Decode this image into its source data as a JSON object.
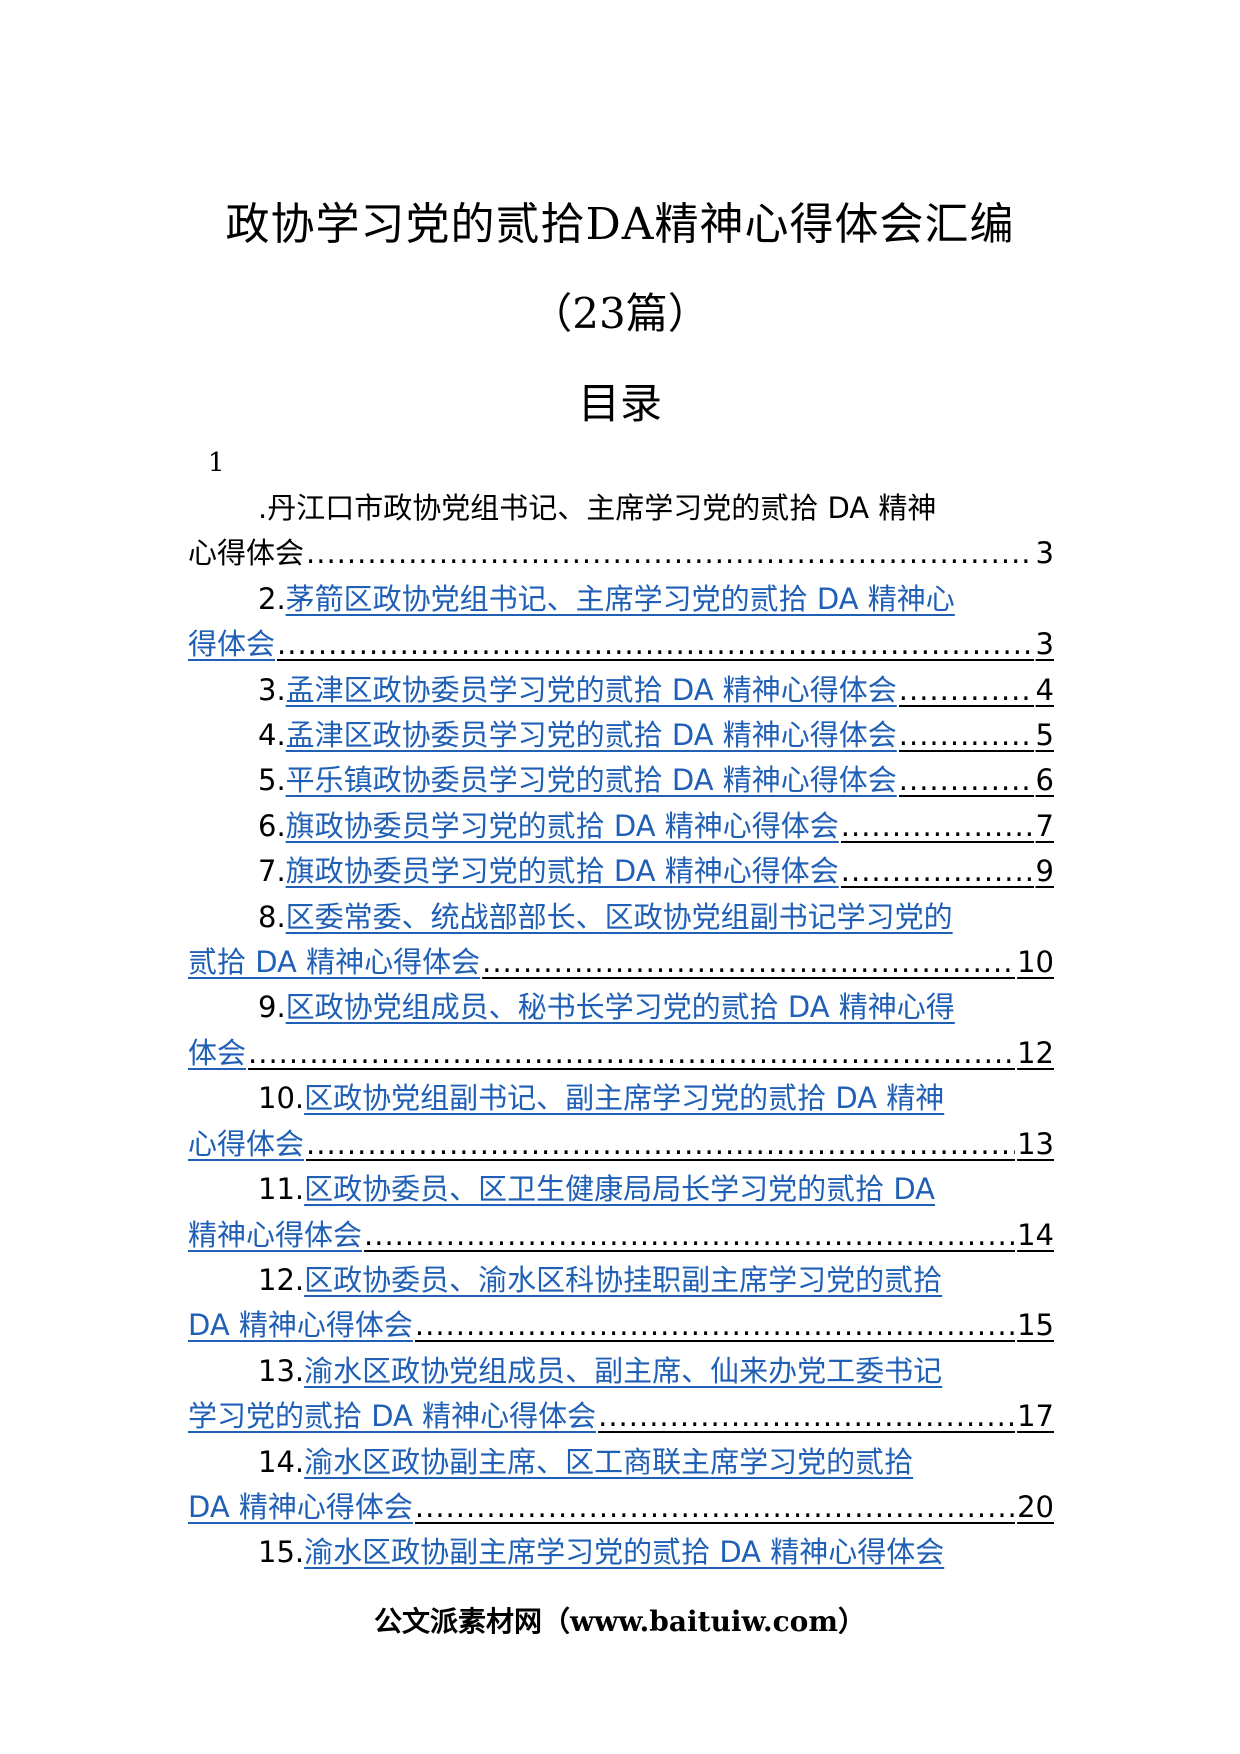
{
  "document": {
    "title": "政协学习党的贰拾DA精神心得体会汇编",
    "subtitle": "（23篇）",
    "toc_heading": "目录",
    "stray_number": "1"
  },
  "toc": {
    "entries": [
      {
        "num": ".",
        "line1": "丹江口市政协党组书记、主席学习党的贰拾 DA 精神",
        "line2": "心得体会",
        "page": "3",
        "linked": false
      },
      {
        "num": "2.",
        "line1": "茅箭区政协党组书记、主席学习党的贰拾 DA 精神心",
        "line2": "得体会",
        "page": "3",
        "linked": true
      },
      {
        "num": "3.",
        "line1": "孟津区政协委员学习党的贰拾 DA 精神心得体会",
        "line2": "",
        "page": "4",
        "linked": true
      },
      {
        "num": "4.",
        "line1": "孟津区政协委员学习党的贰拾 DA 精神心得体会",
        "line2": "",
        "page": "5",
        "linked": true
      },
      {
        "num": "5.",
        "line1": "平乐镇政协委员学习党的贰拾 DA 精神心得体会",
        "line2": "",
        "page": "6",
        "linked": true
      },
      {
        "num": "6.",
        "line1": "旗政协委员学习党的贰拾 DA 精神心得体会",
        "line2": "",
        "page": "7",
        "linked": true
      },
      {
        "num": "7.",
        "line1": "旗政协委员学习党的贰拾 DA 精神心得体会",
        "line2": "",
        "page": "9",
        "linked": true
      },
      {
        "num": "8.",
        "line1": "区委常委、统战部部长、区政协党组副书记学习党的",
        "line2": "贰拾 DA 精神心得体会",
        "page": "10",
        "linked": true
      },
      {
        "num": "9.",
        "line1": "区政协党组成员、秘书长学习党的贰拾 DA 精神心得",
        "line2": "体会",
        "page": "12",
        "linked": true
      },
      {
        "num": "10.",
        "line1": "区政协党组副书记、副主席学习党的贰拾 DA 精神",
        "line2": "心得体会",
        "page": "13",
        "linked": true
      },
      {
        "num": "11.",
        "line1": "区政协委员、区卫生健康局局长学习党的贰拾 DA",
        "line2": "精神心得体会",
        "page": "14",
        "linked": true
      },
      {
        "num": "12.",
        "line1": "区政协委员、渝水区科协挂职副主席学习党的贰拾",
        "line2": "DA 精神心得体会",
        "page": "15",
        "linked": true
      },
      {
        "num": "13.",
        "line1": "渝水区政协党组成员、副主席、仙来办党工委书记",
        "line2": "学习党的贰拾 DA 精神心得体会",
        "page": "17",
        "linked": true
      },
      {
        "num": "14.",
        "line1": "渝水区政协副主席、区工商联主席学习党的贰拾",
        "line2": "DA 精神心得体会",
        "page": "20",
        "linked": true
      },
      {
        "num": "15.",
        "line1": "渝水区政协副主席学习党的贰拾 DA 精神心得体会",
        "line2": "",
        "page": "",
        "linked": true
      }
    ]
  },
  "footer": {
    "text": "公文派素材网（www.baituiw.com）"
  },
  "colors": {
    "link": "#1f5fb5",
    "text": "#000000"
  }
}
